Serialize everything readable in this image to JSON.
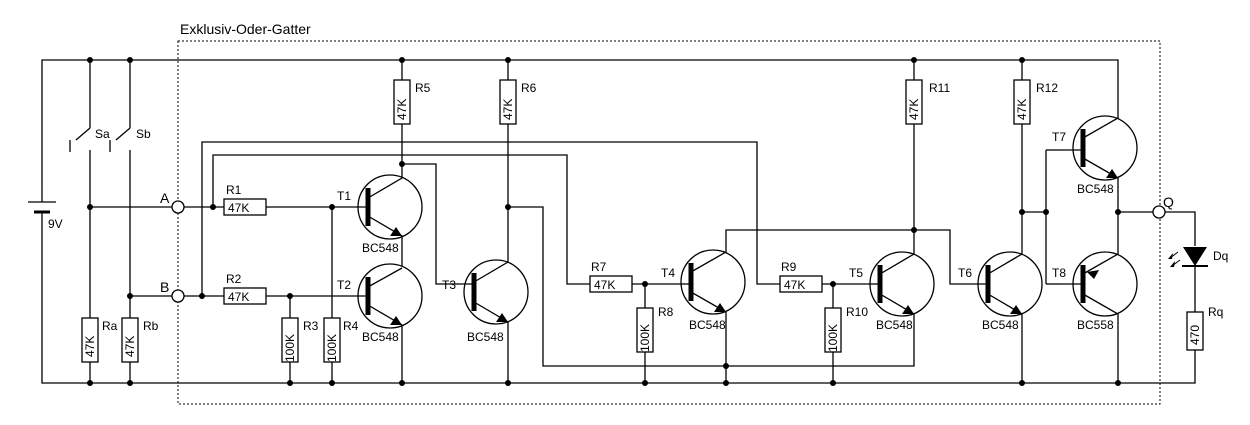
{
  "title": "Exklusiv-Oder-Gatter",
  "battery": "9V",
  "inputs": {
    "a": "A",
    "b": "B"
  },
  "output": "Q",
  "switches": {
    "sa": "Sa",
    "sb": "Sb"
  },
  "resistors": {
    "ra": {
      "name": "Ra",
      "value": "47K"
    },
    "rb": {
      "name": "Rb",
      "value": "47K"
    },
    "r1": {
      "name": "R1",
      "value": "47K"
    },
    "r2": {
      "name": "R2",
      "value": "47K"
    },
    "r3": {
      "name": "R3",
      "value": "100K"
    },
    "r4": {
      "name": "R4",
      "value": "100K"
    },
    "r5": {
      "name": "R5",
      "value": "47K"
    },
    "r6": {
      "name": "R6",
      "value": "47K"
    },
    "r7": {
      "name": "R7",
      "value": "47K"
    },
    "r8": {
      "name": "R8",
      "value": "100K"
    },
    "r9": {
      "name": "R9",
      "value": "47K"
    },
    "r10": {
      "name": "R10",
      "value": "100K"
    },
    "r11": {
      "name": "R11",
      "value": "47K"
    },
    "r12": {
      "name": "R12",
      "value": "47K"
    },
    "rq": {
      "name": "Rq",
      "value": "470"
    }
  },
  "transistors": {
    "t1": {
      "name": "T1",
      "type": "BC548"
    },
    "t2": {
      "name": "T2",
      "type": "BC548"
    },
    "t3": {
      "name": "T3",
      "type": "BC548"
    },
    "t4": {
      "name": "T4",
      "type": "BC548"
    },
    "t5": {
      "name": "T5",
      "type": "BC548"
    },
    "t6": {
      "name": "T6",
      "type": "BC548"
    },
    "t7": {
      "name": "T7",
      "type": "BC548"
    },
    "t8": {
      "name": "T8",
      "type": "BC558"
    }
  },
  "led": "Dq"
}
